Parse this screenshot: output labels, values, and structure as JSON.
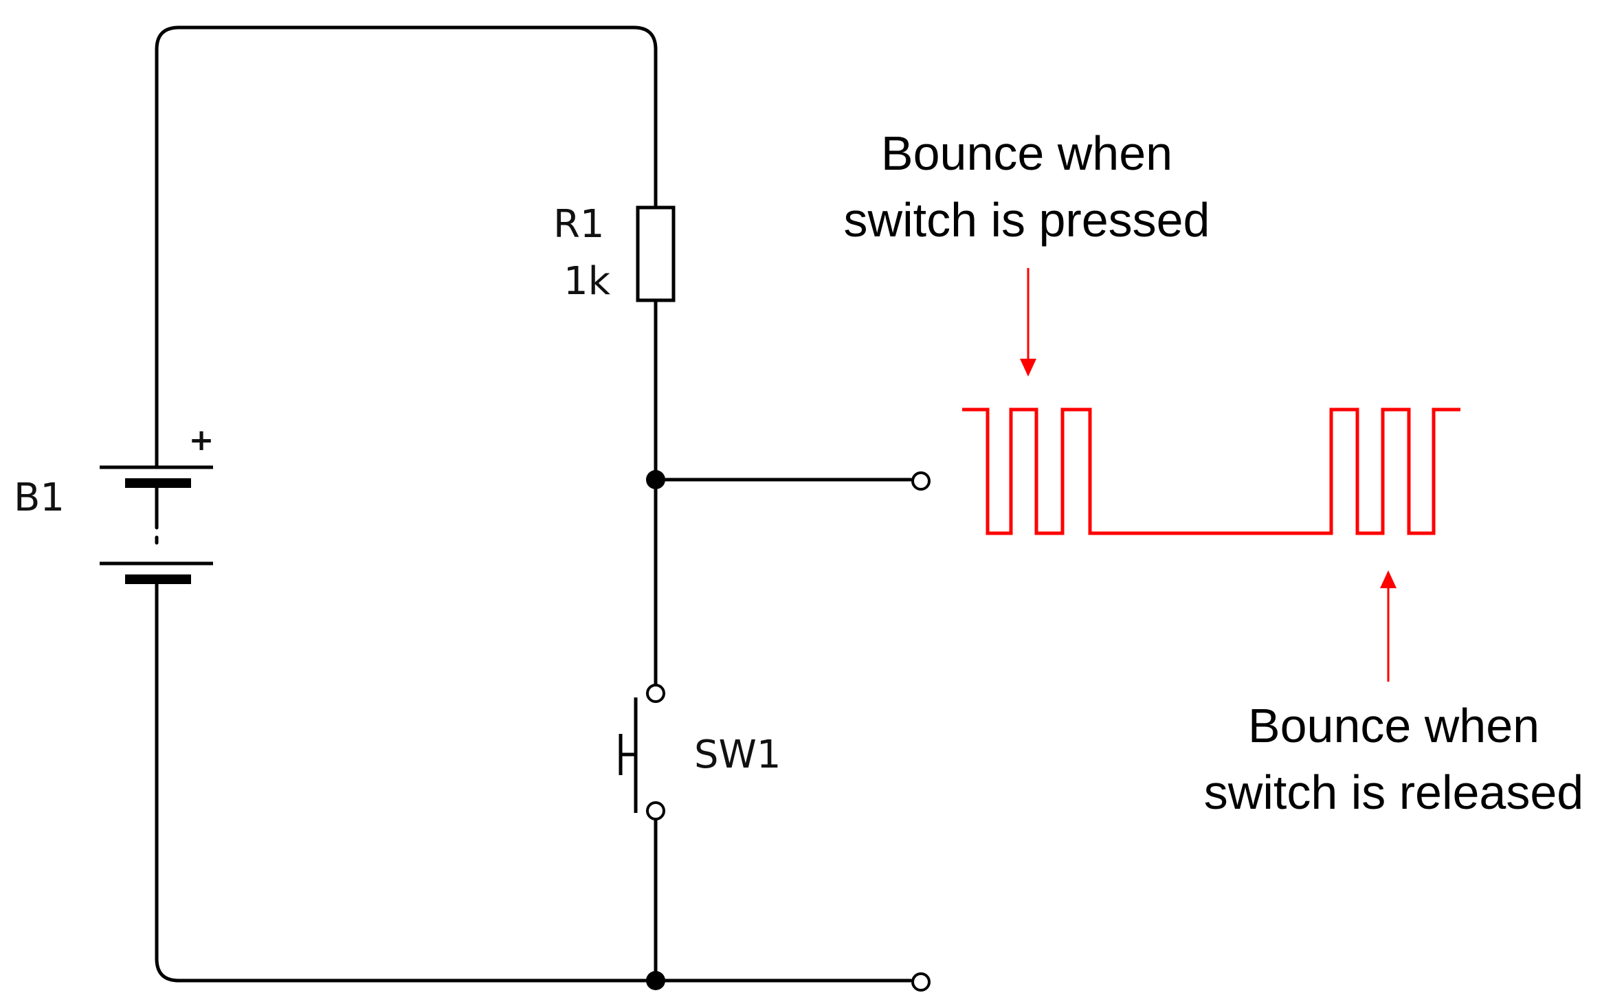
{
  "battery": {
    "designator": "B1",
    "polarity": "+"
  },
  "resistor": {
    "designator": "R1",
    "value": "1k"
  },
  "switch": {
    "designator": "SW1"
  },
  "annotations": {
    "pressed": {
      "line1": "Bounce when",
      "line2": "switch is pressed"
    },
    "released": {
      "line1": "Bounce when",
      "line2": "switch is released"
    }
  },
  "colors": {
    "wire": "#000000",
    "signal": "#ff0000",
    "background": "#ffffff"
  }
}
